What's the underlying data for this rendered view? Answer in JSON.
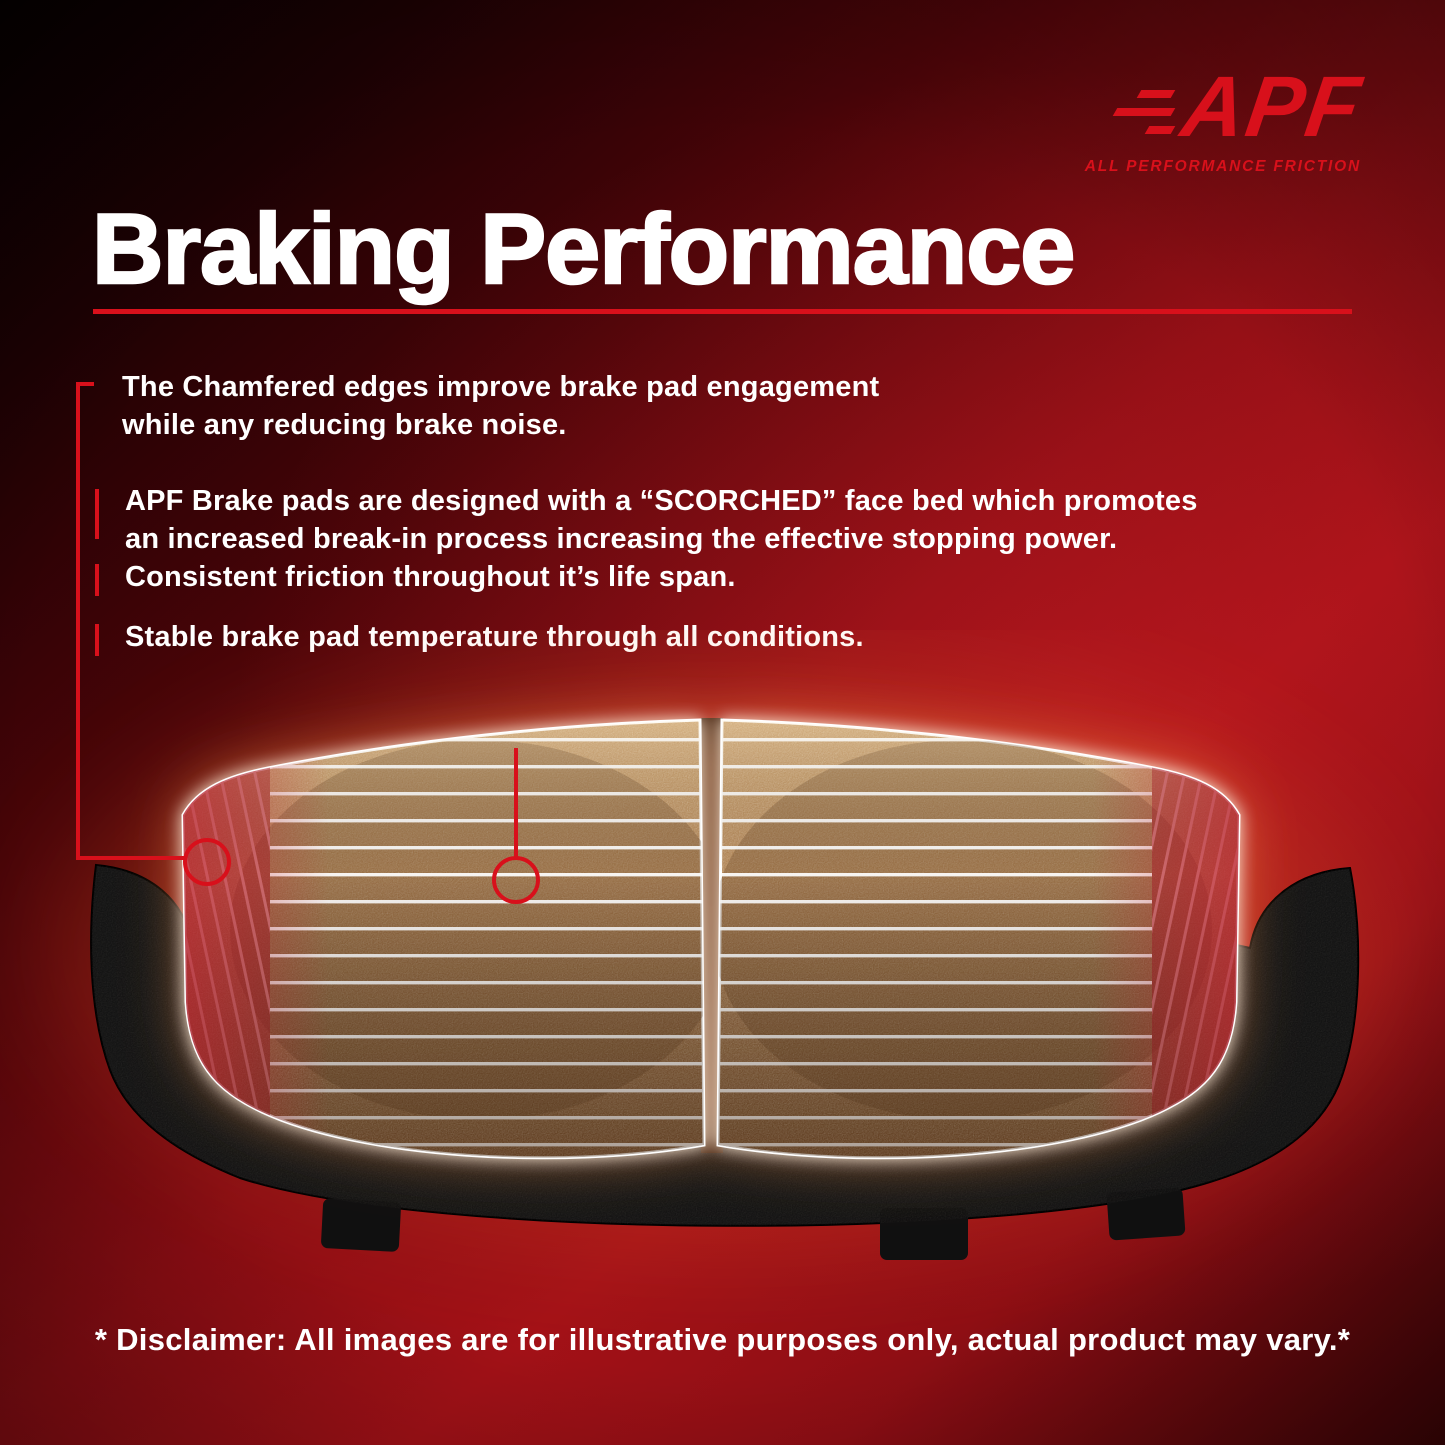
{
  "logo": {
    "apf": "APF",
    "tagline": "ALL PERFORMANCE FRICTION"
  },
  "header": {
    "title": "Braking Performance"
  },
  "bullets": [
    {
      "text": "The Chamfered edges improve brake pad engagement\nwhile any reducing brake noise."
    },
    {
      "text": "APF Brake pads are designed with a “SCORCHED” face bed which promotes\nan increased break-in process increasing the effective stopping power."
    },
    {
      "text": "Consistent friction throughout it’s life span."
    },
    {
      "text": "Stable brake pad temperature through all conditions."
    }
  ],
  "footer": {
    "disclaimer": "* Disclaimer: All images are for illustrative purposes only, actual product may vary.*"
  },
  "colors": {
    "accent": "#d8101b"
  }
}
